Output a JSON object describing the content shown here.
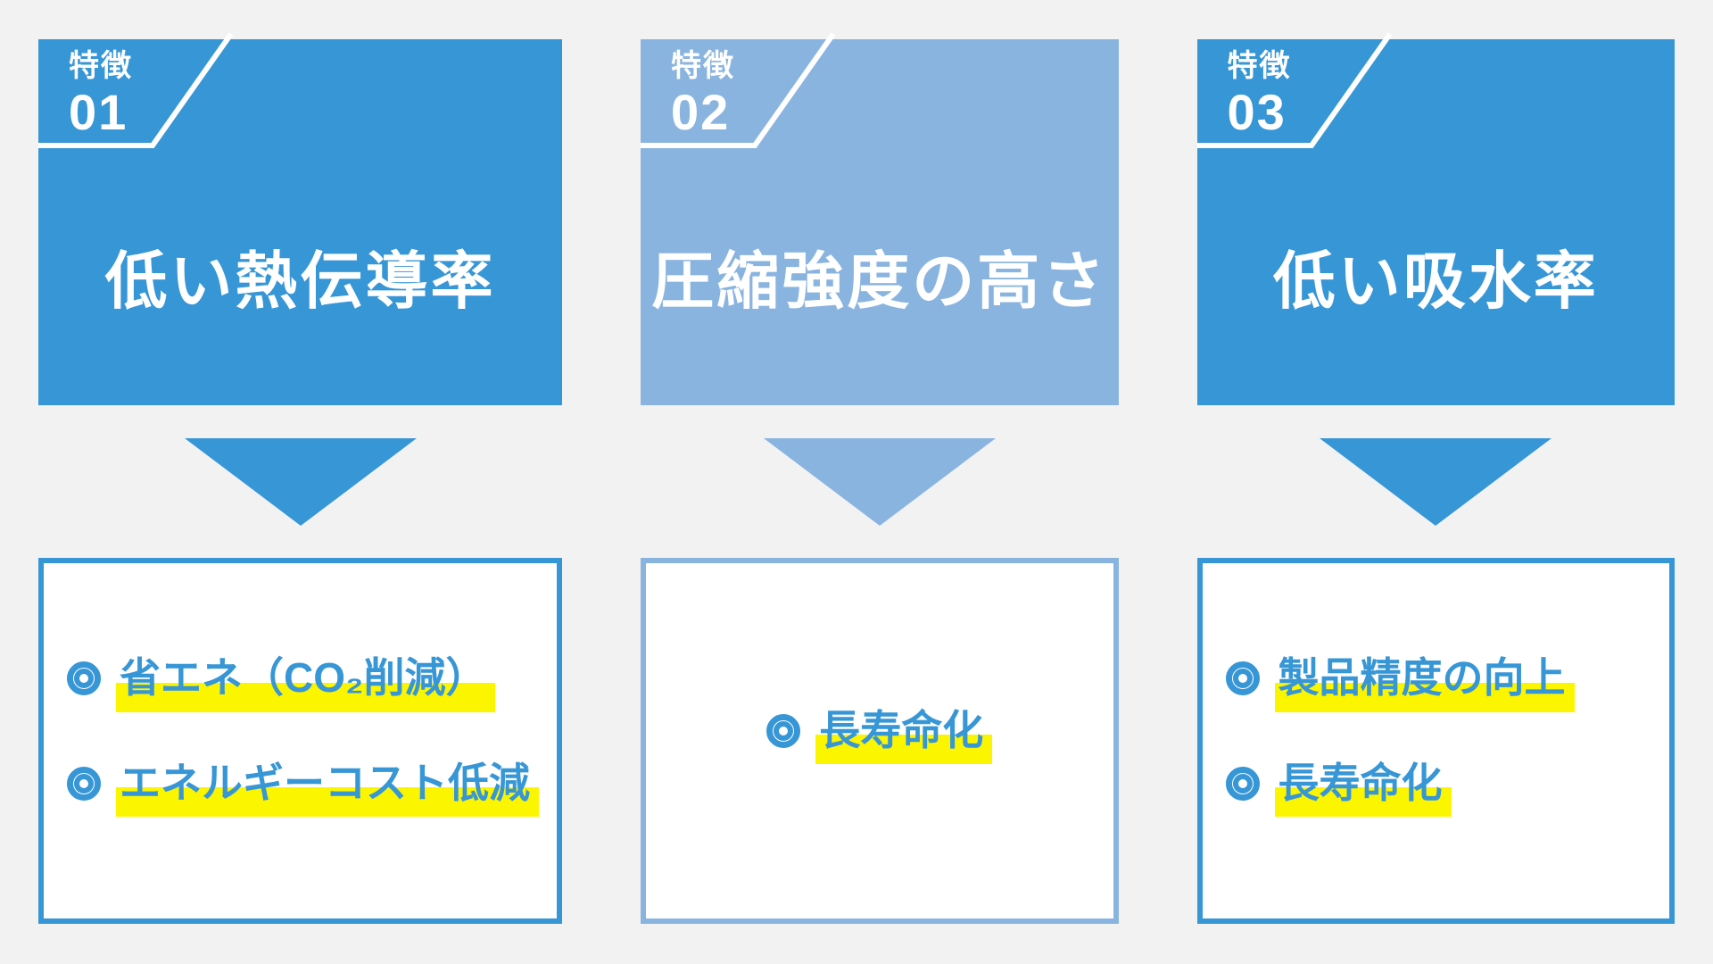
{
  "colors": {
    "primary_blue": "#3796d6",
    "light_blue": "#8ab4e0",
    "highlight_yellow": "#fcf500",
    "page_background": "#f2f2f3",
    "header_text": "#ffffff",
    "benefit_text": "#3796d6"
  },
  "icons": {
    "arrow": "triangle-down",
    "benefit_marker": "double-circle"
  },
  "features": [
    {
      "badge_label": "特徴",
      "badge_number": "01",
      "title": "低い熱伝導率",
      "theme": "primary",
      "benefits_align": "left",
      "benefits": [
        {
          "marker": "◎",
          "text": "省エネ（CO₂削減）"
        },
        {
          "marker": "◎",
          "text": "エネルギーコスト低減"
        }
      ]
    },
    {
      "badge_label": "特徴",
      "badge_number": "02",
      "title": "圧縮強度の高さ",
      "theme": "light",
      "benefits_align": "center",
      "benefits": [
        {
          "marker": "◎",
          "text": "長寿命化"
        }
      ]
    },
    {
      "badge_label": "特徴",
      "badge_number": "03",
      "title": "低い吸水率",
      "theme": "primary",
      "benefits_align": "left",
      "benefits": [
        {
          "marker": "◎",
          "text": "製品精度の向上"
        },
        {
          "marker": "◎",
          "text": "長寿命化"
        }
      ]
    }
  ]
}
